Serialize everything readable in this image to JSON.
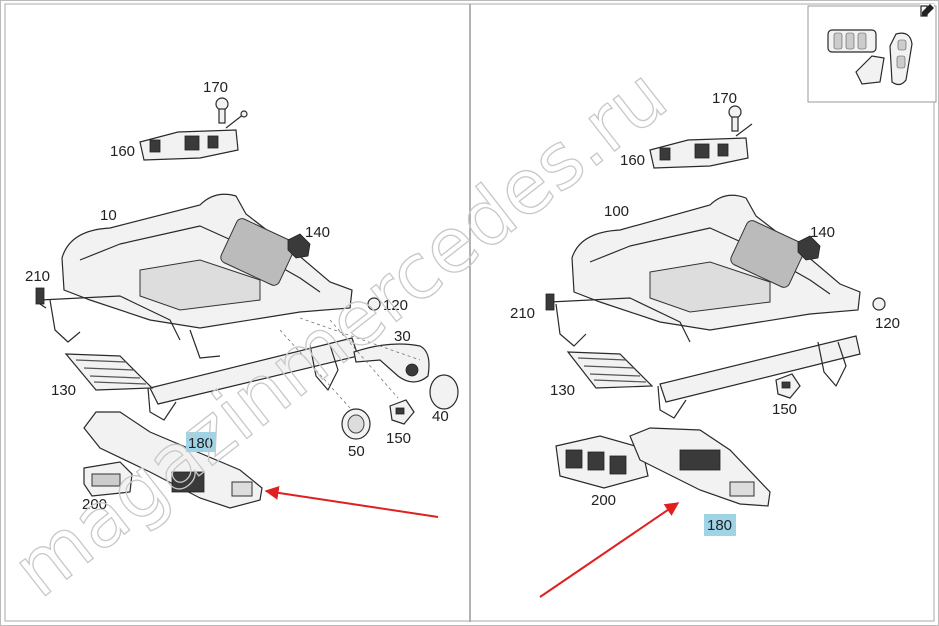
{
  "accent_color": "#e02020",
  "highlight_color": "#9fd3e6",
  "watermark": "magazinmercedes.ru",
  "edit_icon": "edit-pencil-icon",
  "left_panel": {
    "labels": {
      "p170": "170",
      "p160": "160",
      "p10": "10",
      "p140": "140",
      "p210": "210",
      "p120": "120",
      "p30": "30",
      "p130": "130",
      "p180": "180",
      "p40": "40",
      "p150": "150",
      "p50": "50",
      "p200": "200"
    }
  },
  "right_panel": {
    "labels": {
      "p170": "170",
      "p160": "160",
      "p100": "100",
      "p140": "140",
      "p210": "210",
      "p120": "120",
      "p130": "130",
      "p150": "150",
      "p200": "200",
      "p180": "180"
    }
  }
}
